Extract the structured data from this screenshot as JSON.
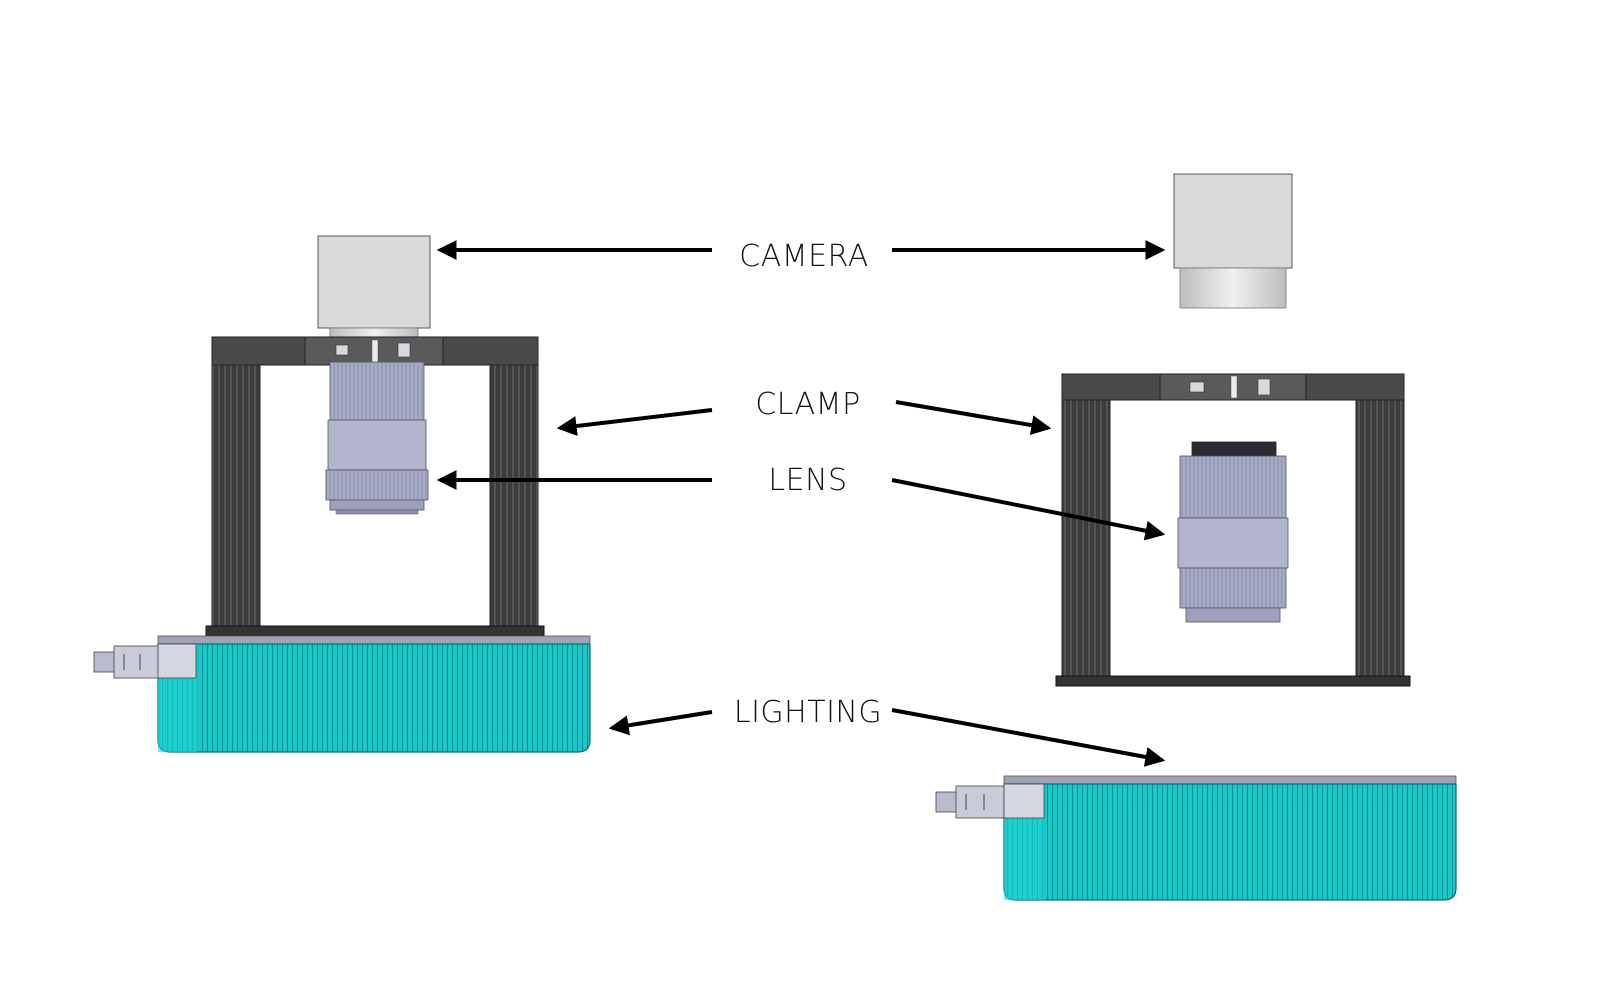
{
  "labels": {
    "camera": "CAMERA",
    "clamp": "CLAMP",
    "lens": "LENS",
    "lighting": "LIGHTING"
  },
  "colors": {
    "camera_body": "#d9d9d9",
    "lens_body": "#a9acc6",
    "clamp_frame": "#4a4a4a",
    "lighting_body": "#19c9c9",
    "arrow": "#000000",
    "background": "#ffffff"
  }
}
